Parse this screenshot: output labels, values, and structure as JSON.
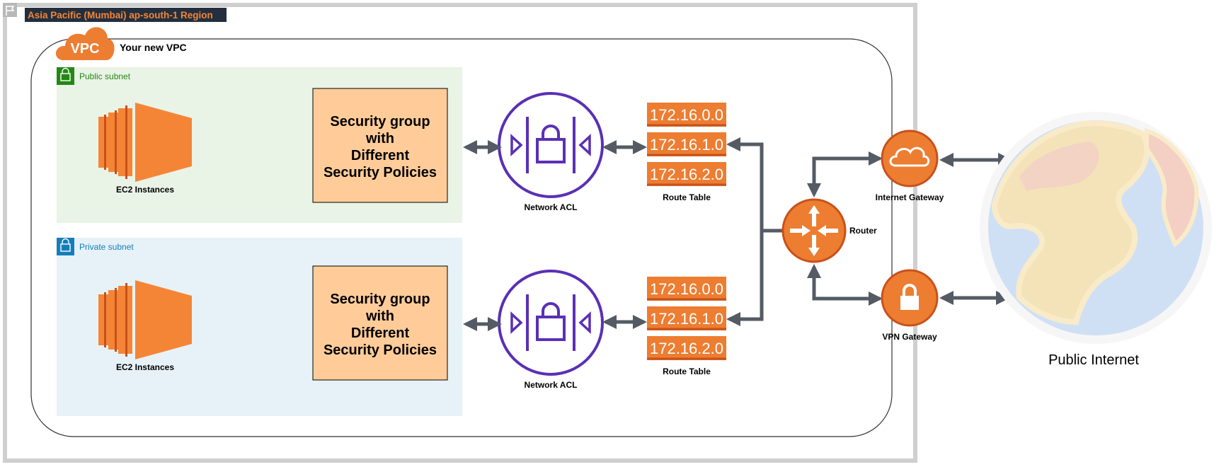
{
  "region": {
    "label": "Asia Pacific (Mumbai)  ap-south-1  Region"
  },
  "vpc": {
    "badge": "VPC",
    "title": "Your new VPC"
  },
  "subnets": [
    {
      "label": "Public subnet",
      "color": "#248814",
      "fill": "#e9f3e6"
    },
    {
      "label": "Private subnet",
      "color": "#147eba",
      "fill": "#e6f2f8"
    }
  ],
  "ec2": {
    "label": "EC2 Instances"
  },
  "security_group": {
    "lines": [
      "Security group",
      "with",
      "Different",
      "Security Policies"
    ]
  },
  "nacl": {
    "label": "Network ACL"
  },
  "route_table": {
    "entries": [
      "172.16.0.0",
      "172.16.1.0",
      "172.16.2.0"
    ],
    "label": "Route Table"
  },
  "router": {
    "label": "Router"
  },
  "internet_gateway": {
    "label": "Internet Gateway"
  },
  "vpn_gateway": {
    "label": "VPN Gateway"
  },
  "internet": {
    "label": "Public Internet"
  },
  "colors": {
    "aws_orange": "#ed7d31",
    "ec2_orange": "#f58536",
    "nacl_purple": "#5a30b5",
    "arrow_gray": "#545b64",
    "sg_fill": "#ffcc99"
  }
}
